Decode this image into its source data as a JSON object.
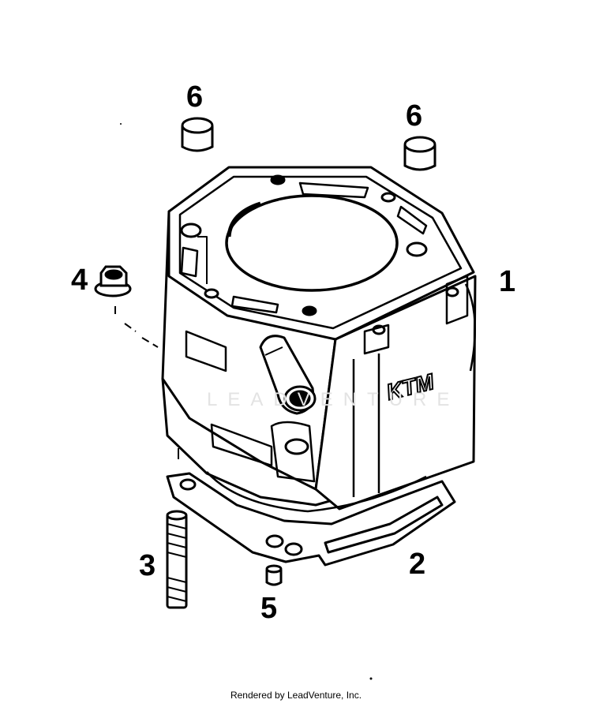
{
  "callouts": {
    "part_1": "1",
    "part_2": "2",
    "part_3": "3",
    "part_4": "4",
    "part_5": "5",
    "part_6_left": "6",
    "part_6_right": "6"
  },
  "cylinder_logo": "KTM",
  "watermark_text": "LEADVENTURE",
  "footer": {
    "credit": "Rendered by LeadVenture, Inc."
  },
  "colors": {
    "line": "#000000",
    "background": "#ffffff",
    "watermark": "#e3e3e3"
  }
}
